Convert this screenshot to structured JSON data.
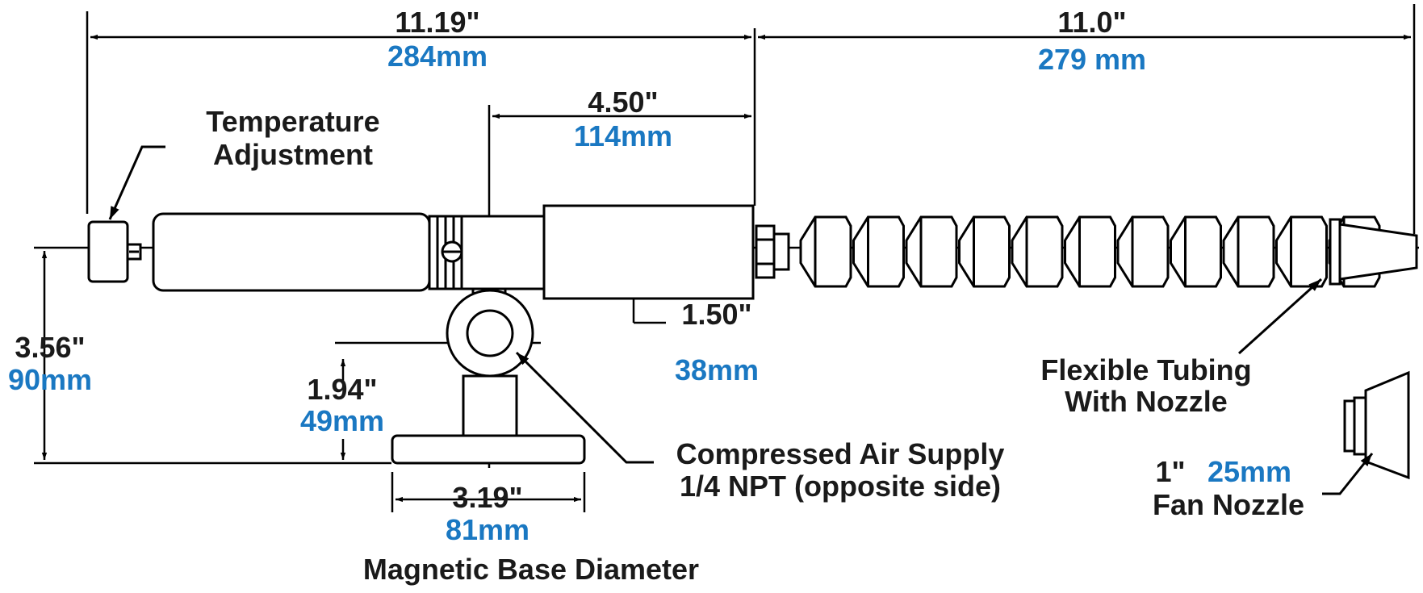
{
  "colors": {
    "line": "#000000",
    "metric": "#1a78c2",
    "imperial": "#1a1a1a"
  },
  "dimensions": {
    "overall_length": {
      "in": "11.19\"",
      "mm": "284mm"
    },
    "tubing_length": {
      "in": "11.0\"",
      "mm": "279 mm"
    },
    "base_offset": {
      "in": "4.50\"",
      "mm": "114mm"
    },
    "body_diameter": {
      "in": "1.50\"",
      "mm": "38mm"
    },
    "center_height": {
      "in": "3.56\"",
      "mm": "90mm"
    },
    "supply_height": {
      "in": "1.94\"",
      "mm": "49mm"
    },
    "base_diameter": {
      "in": "3.19\"",
      "mm": "81mm"
    }
  },
  "labels": {
    "temperature_adjustment": [
      "Temperature",
      "Adjustment"
    ],
    "flexible_tubing": [
      "Flexible Tubing",
      "With Nozzle"
    ],
    "compressed_air": [
      "Compressed Air Supply",
      "1/4  NPT (opposite side)"
    ],
    "magnetic_base": "Magnetic Base Diameter",
    "fan_nozzle_in": "1\"",
    "fan_nozzle_mm": "25mm",
    "fan_nozzle": "Fan Nozzle"
  }
}
